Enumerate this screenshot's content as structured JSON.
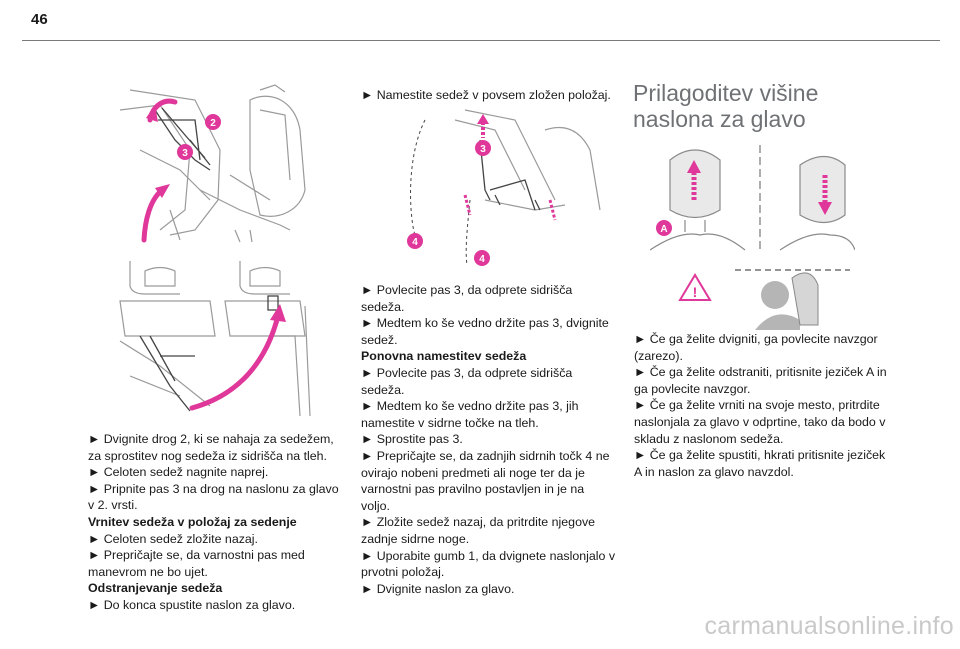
{
  "page": {
    "number": "46"
  },
  "column1": {
    "p1": "► Dvignite drog 2, ki se nahaja za sedežem, za sprostitev nog sedeža iz sidrišča na tleh.",
    "p2": "► Celoten sedež nagnite naprej.",
    "p3": "► Pripnite pas 3 na drog na naslonu za glavo v 2. vrsti.",
    "h1": "Vrnitev sedeža v položaj za sedenje",
    "p4": "► Celoten sedež zložite nazaj.",
    "p5": "► Prepričajte se, da varnostni pas med manevrom ne bo ujet.",
    "h2": "Odstranjevanje sedeža",
    "p6": "► Do konca spustite naslon za glavo."
  },
  "column2": {
    "top": "► Namestite sedež v povsem zložen položaj.",
    "p1": "► Povlecite pas 3, da odprete sidrišča sedeža.",
    "p2": "► Medtem ko še vedno držite pas 3, dvignite sedež.",
    "h1": "Ponovna namestitev sedeža",
    "p3": "► Povlecite pas 3, da odprete sidrišča sedeža.",
    "p4": "► Medtem ko še vedno držite pas 3, jih namestite v sidrne točke na tleh.",
    "p5": "► Sprostite pas 3.",
    "p6": "► Prepričajte se, da zadnjih sidrnih točk 4 ne ovirajo nobeni predmeti ali noge ter da je varnostni pas pravilno postavljen in je na voljo.",
    "p7": "► Zložite sedež nazaj, da pritrdite njegove zadnje sidrne noge.",
    "p8": "► Uporabite gumb 1, da dvignete naslonjalo v prvotni položaj.",
    "p9": "► Dvignite naslon za glavo."
  },
  "column3": {
    "heading_line1": "Prilagoditev višine",
    "heading_line2": "naslona za glavo",
    "p1": "► Če ga želite dvigniti, ga povlecite navzgor (zarezo).",
    "p2": "► Če ga želite odstraniti, pritisnite jeziček A in ga povlecite navzgor.",
    "p3": "► Če ga želite vrniti na svoje mesto, pritrdite naslonjala za glavo v odprtine, tako da bodo v skladu z naslonom sedeža.",
    "p4": "► Če ga želite spustiti, hkrati pritisnite jeziček A in naslon za glavo navzdol."
  },
  "figures": {
    "fig1_callouts": [
      "2",
      "3"
    ],
    "fig3_callouts": [
      "3",
      "4",
      "4"
    ],
    "fig4_callout": "A"
  },
  "watermark": "carmanualsonline.info",
  "colors": {
    "accent": "#e0389a",
    "heading": "#6f7175",
    "rule": "#7a7a7a",
    "drawing": "#9a9a9a"
  }
}
